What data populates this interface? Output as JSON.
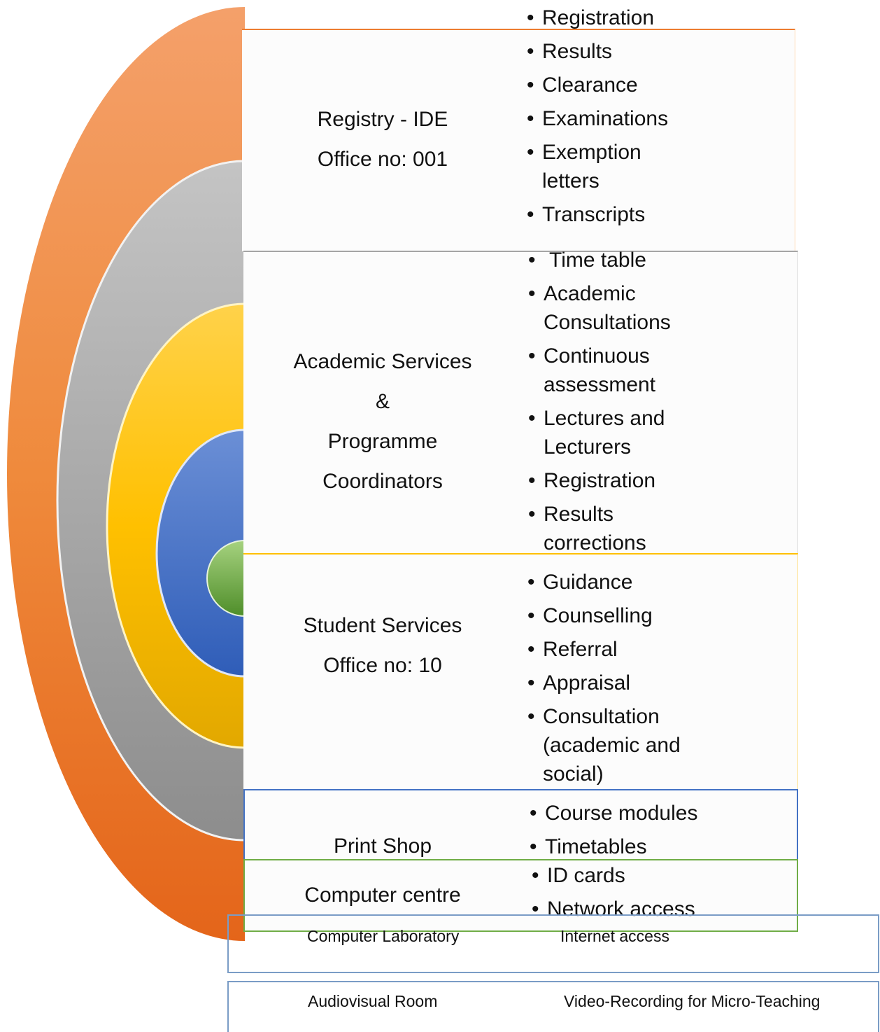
{
  "colors": {
    "orange": "#ED7D31",
    "gray": "#A5A5A5",
    "yellow": "#FFC000",
    "blue": "#4472C4",
    "green": "#70AD47",
    "outline_blue": "#7A9CC6"
  },
  "sections": [
    {
      "title": [
        "Registry - IDE",
        "Office no: 001"
      ],
      "items": [
        "Registration",
        "Results",
        "Clearance",
        "Examinations",
        "Exemption letters",
        "Transcripts"
      ]
    },
    {
      "title": [
        "Academic Services",
        "&",
        "Programme",
        "Coordinators"
      ],
      "items": [
        "Time table",
        "Academic Consultations",
        "Continuous assessment",
        "Lectures and Lecturers",
        "Registration",
        "Results corrections"
      ]
    },
    {
      "title": [
        "Student Services",
        "Office no: 10"
      ],
      "items": [
        "Guidance",
        "Counselling",
        "Referral",
        "Appraisal",
        "Consultation (academic and social)"
      ]
    },
    {
      "title": [
        "Print Shop"
      ],
      "items": [
        "Course modules",
        "Timetables"
      ]
    },
    {
      "title": [
        "Computer centre"
      ],
      "items": [
        "ID cards",
        "Network access"
      ]
    }
  ],
  "extra_rows": [
    {
      "name": "Computer Laboratory",
      "detail": "Internet access"
    },
    {
      "name": "Audiovisual Room",
      "detail": "Video-Recording for Micro-Teaching"
    }
  ]
}
